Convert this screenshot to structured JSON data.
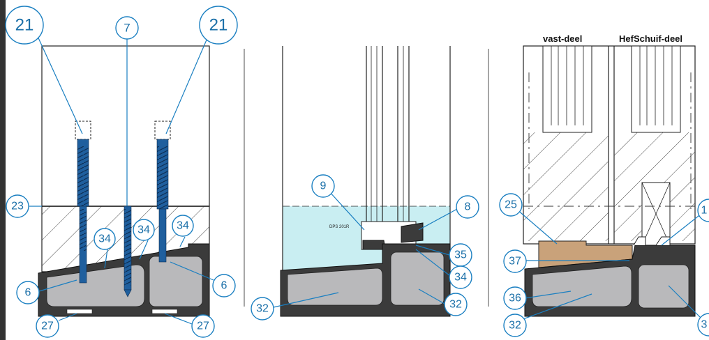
{
  "panel_headers": {
    "fixed": "vast-deel",
    "sliding": "HefSchuif-deel"
  },
  "glazing_label": "DPS 201R",
  "callouts": {
    "p1_21_left": "21",
    "p1_7": "7",
    "p1_21_right": "21",
    "p1_23": "23",
    "p1_34_a": "34",
    "p1_34_b": "34",
    "p1_34_c": "34",
    "p1_6_left": "6",
    "p1_6_right": "6",
    "p1_27_left": "27",
    "p1_27_right": "27",
    "p2_9": "9",
    "p2_8": "8",
    "p2_35": "35",
    "p2_34": "34",
    "p2_32_left": "32",
    "p2_32_right": "32",
    "p3_25": "25",
    "p3_37": "37",
    "p3_36": "36",
    "p3_32": "32",
    "p3_1": "1",
    "p3_3": "3"
  },
  "colors": {
    "callout": "#1a7fc1",
    "profile": "#3b3b3b",
    "chamber": "#b9b9bb",
    "glass": "#c9eef2",
    "wood": "#c9a27a"
  }
}
